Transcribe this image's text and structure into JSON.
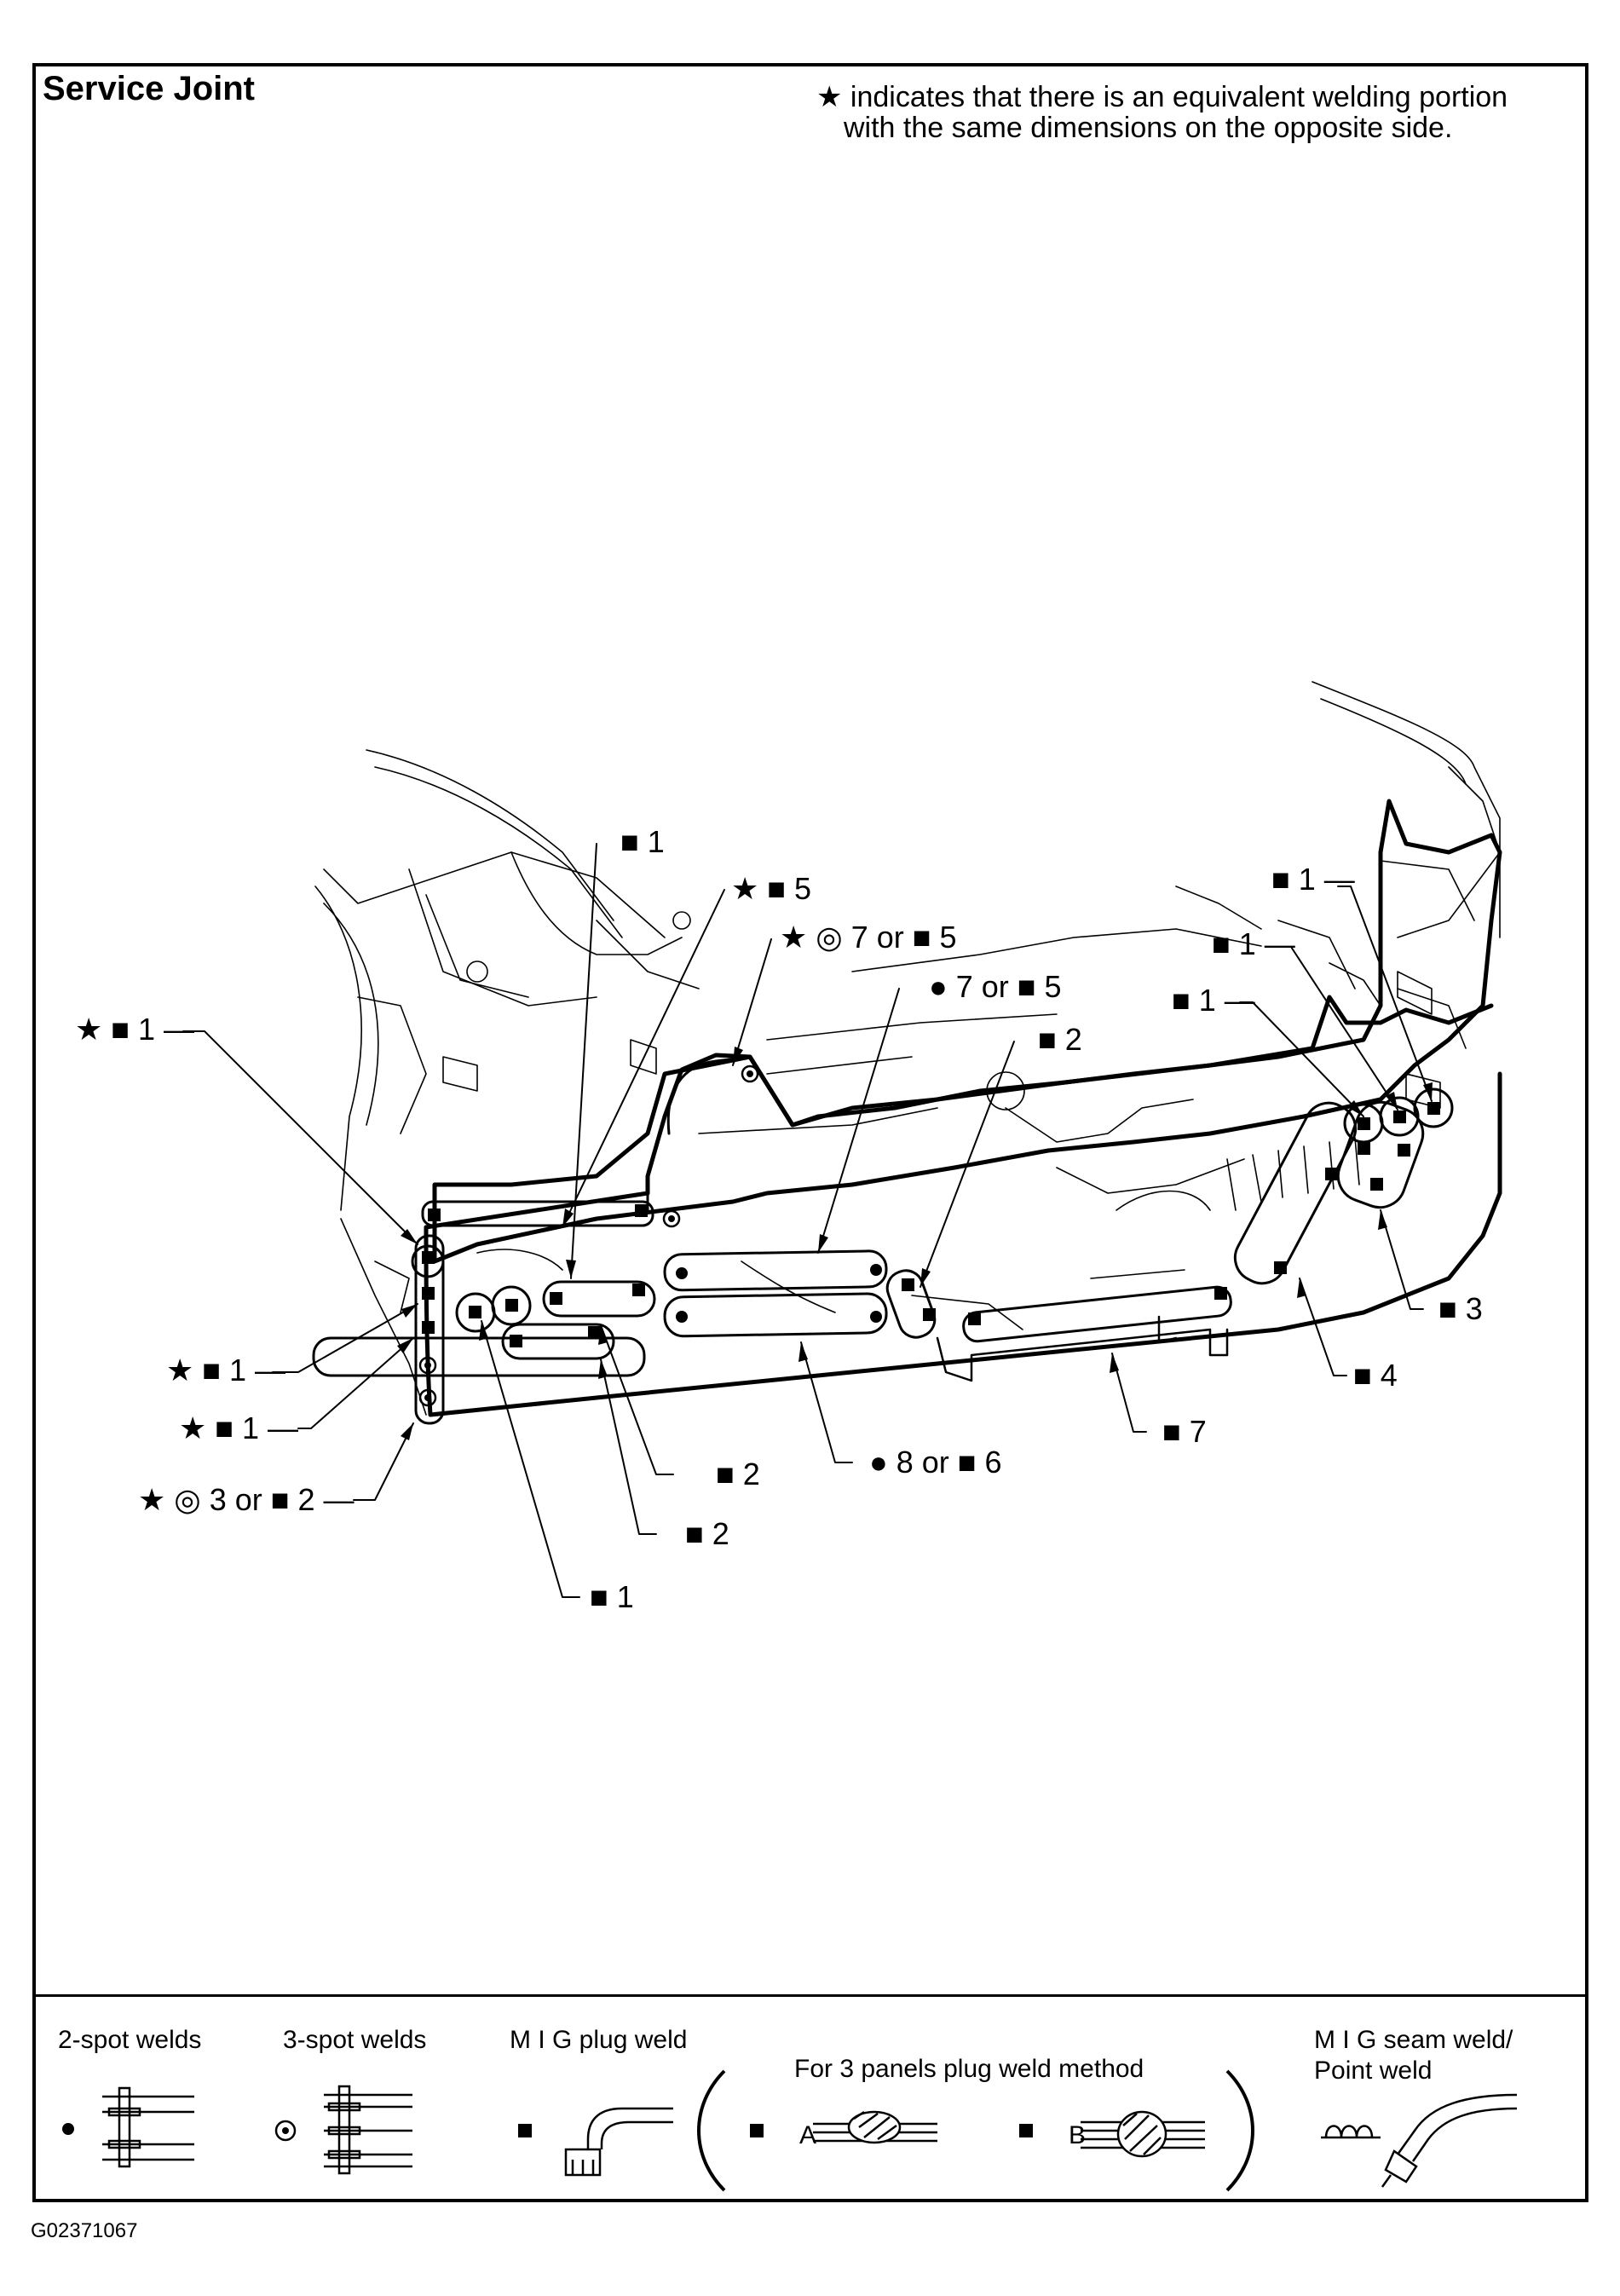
{
  "title": "Service Joint",
  "note": {
    "line1": "★ indicates that there is an equivalent welding portion",
    "line2": "with the same dimensions on the opposite side."
  },
  "callouts": [
    {
      "text": "■ 1"
    },
    {
      "text": "★ ■ 5"
    },
    {
      "text": "★ ◎ 7 or ■ 5"
    },
    {
      "text": "● 7 or ■ 5"
    },
    {
      "text": "■ 2"
    },
    {
      "text": "★ ■ 1 —"
    },
    {
      "text": "★ ■ 1 —"
    },
    {
      "text": "★ ■ 1 —"
    },
    {
      "text": "★ ◎ 3 or ■ 2 —"
    },
    {
      "text": "■ 2"
    },
    {
      "text": "■ 2"
    },
    {
      "text": "■ 1"
    },
    {
      "text": "● 8 or ■ 6"
    },
    {
      "text": "■ 7"
    },
    {
      "text": "■ 4"
    },
    {
      "text": "■ 3"
    },
    {
      "text": "■ 1 —"
    },
    {
      "text": "■ 1 —"
    },
    {
      "text": "■ 1 —"
    }
  ],
  "legend": {
    "two_spot": "2-spot welds",
    "three_spot": "3-spot welds",
    "mig_plug": "M I G plug weld",
    "three_panels": "For 3 panels plug weld method",
    "method_a": "A",
    "method_b": "B",
    "mig_seam_1": "M I G seam weld/",
    "mig_seam_2": "Point weld"
  },
  "figure_id": "G02371067"
}
